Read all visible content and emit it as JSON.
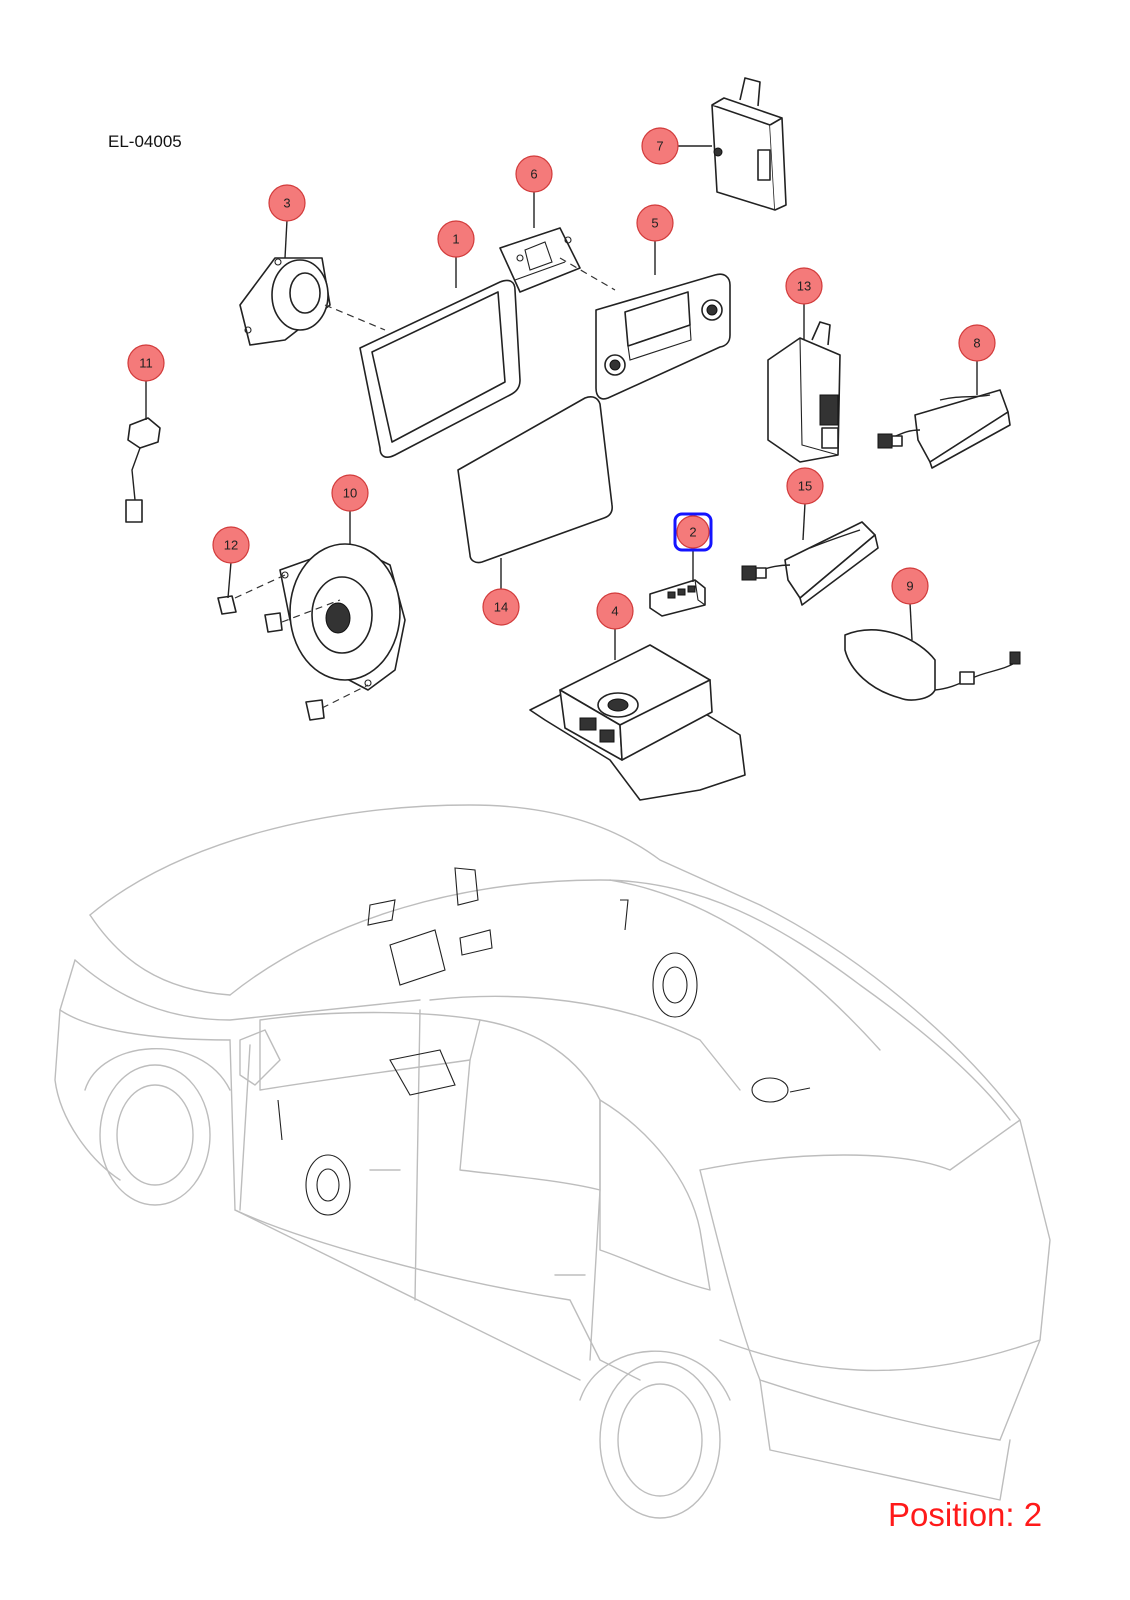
{
  "diagram_code": "EL-04005",
  "position_label": "Position: 2",
  "highlighted_callout": "2",
  "colors": {
    "callout_fill": "#f47a7a",
    "highlight": "#1414ff",
    "position_text": "#ff1a1a"
  },
  "callouts": [
    {
      "id": "c1",
      "label": "1"
    },
    {
      "id": "c2",
      "label": "2"
    },
    {
      "id": "c3",
      "label": "3"
    },
    {
      "id": "c4",
      "label": "4"
    },
    {
      "id": "c5",
      "label": "5"
    },
    {
      "id": "c6",
      "label": "6"
    },
    {
      "id": "c7",
      "label": "7"
    },
    {
      "id": "c8",
      "label": "8"
    },
    {
      "id": "c9",
      "label": "9"
    },
    {
      "id": "c10",
      "label": "10"
    },
    {
      "id": "c11",
      "label": "11"
    },
    {
      "id": "c12",
      "label": "12"
    },
    {
      "id": "c13",
      "label": "13"
    },
    {
      "id": "c14",
      "label": "14"
    },
    {
      "id": "c15",
      "label": "15"
    }
  ]
}
